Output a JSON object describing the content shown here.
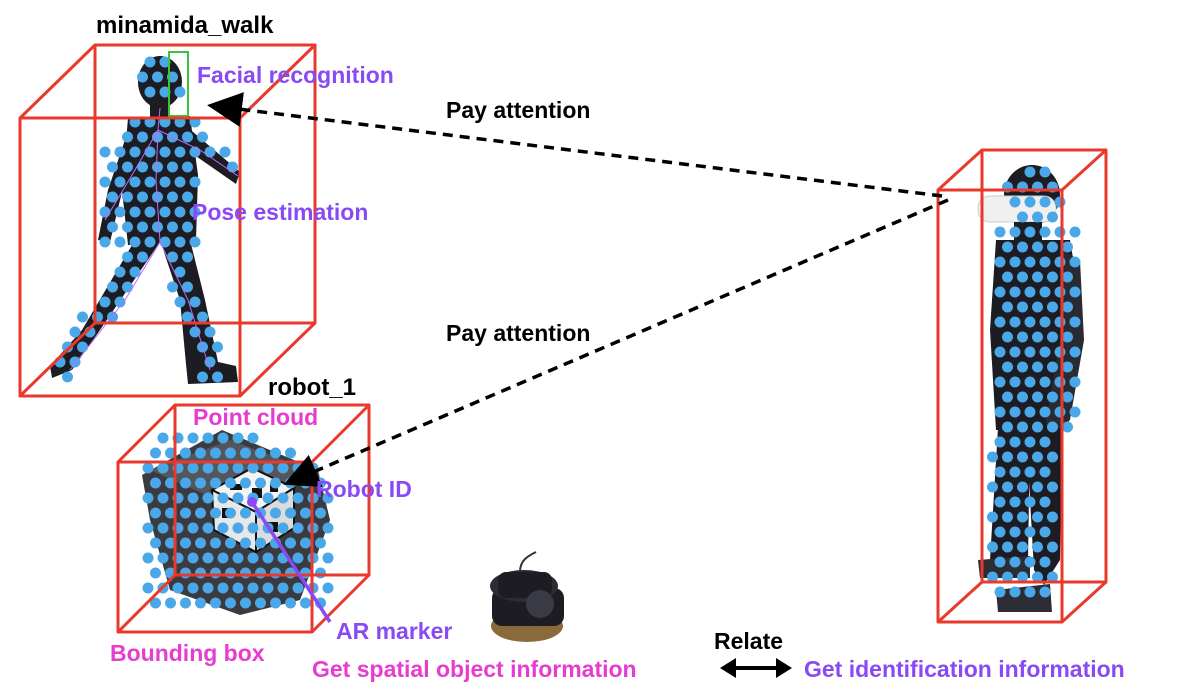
{
  "labels": {
    "person_walking": "minamida_walk",
    "robot": "robot_1",
    "facial_recognition": "Facial recognition",
    "pose_estimation": "Pose estimation",
    "pay_attention_1": "Pay attention",
    "pay_attention_2": "Pay attention",
    "point_cloud": "Point cloud",
    "robot_id": "Robot ID",
    "ar_marker": "AR marker",
    "bounding_box": "Bounding box",
    "relate": "Relate",
    "get_spatial": "Get spatial object information",
    "get_identification": "Get identification information"
  },
  "colors": {
    "box": "#e8392c",
    "dots": "#4aa8e8",
    "purple": "#8a4af3",
    "magenta": "#e63ccf",
    "face_box": "#3cc23c",
    "arrow": "#000000"
  },
  "icons": {
    "attention_arrow": "dashed-arrow-icon",
    "relate_arrow": "double-arrow-icon"
  }
}
